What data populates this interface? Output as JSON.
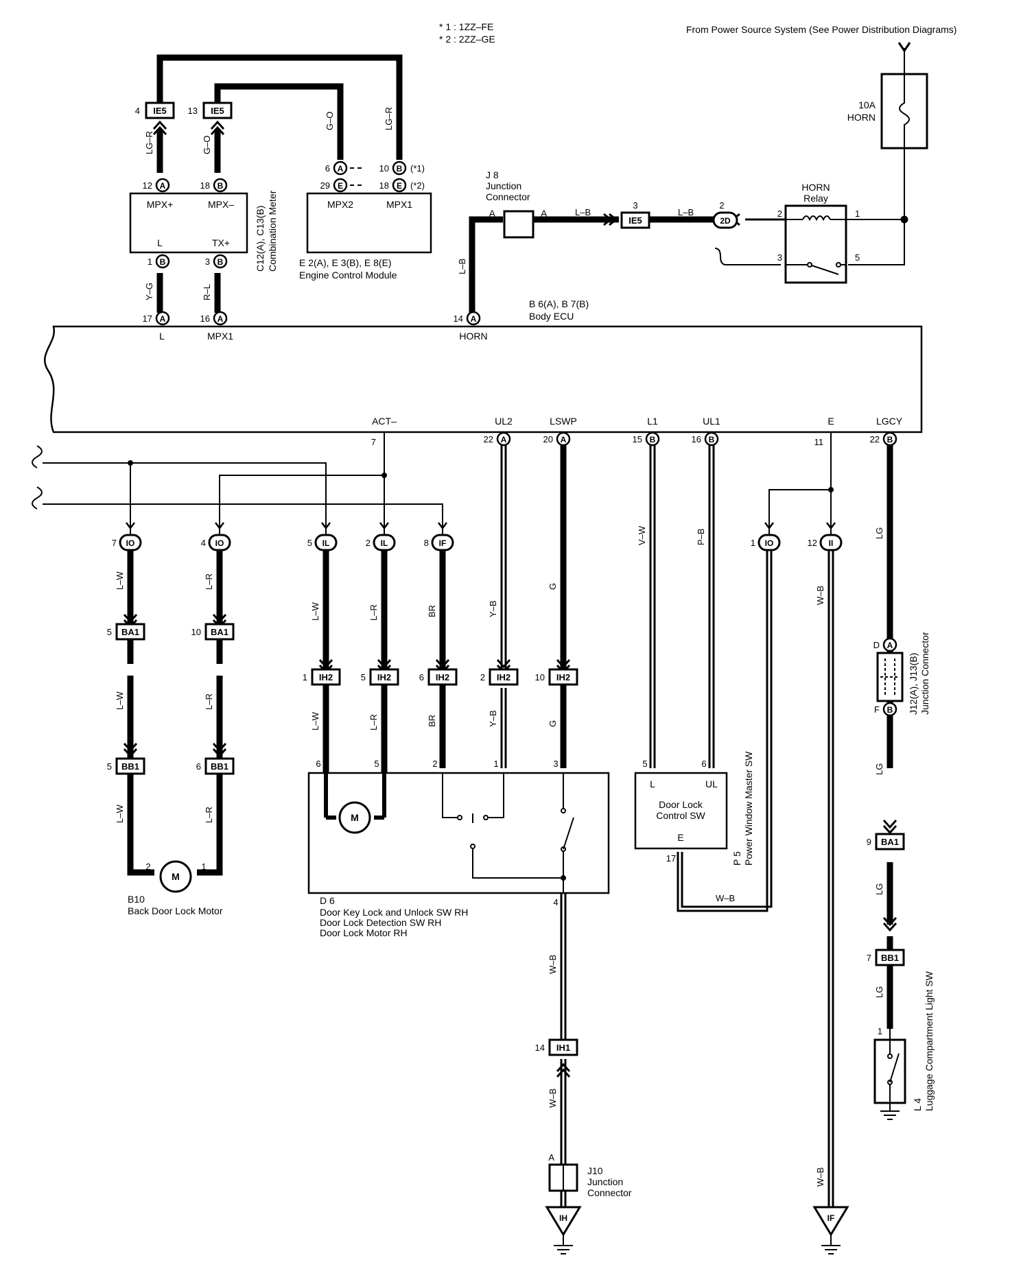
{
  "notes": {
    "n1": "* 1 : 1ZZ–FE",
    "n2": "* 2 : 2ZZ–GE"
  },
  "power_source": "From Power Source System (See Power Distribution Diagrams)",
  "fuse": {
    "rating": "10A",
    "name": "HORN"
  },
  "relay": {
    "name": "HORN",
    "sub": "Relay",
    "pins": [
      "2",
      "1",
      "3",
      "5"
    ]
  },
  "j8": {
    "name": "J 8",
    "line1": "Junction",
    "line2": "Connector",
    "pinA": "A",
    "pinA2": "A"
  },
  "wires": {
    "lgr": "LG–R",
    "go": "G–O",
    "yg": "Y–G",
    "rl": "R–L",
    "lb": "L–B",
    "lw": "L–W",
    "lr": "L–R",
    "br": "BR",
    "yb": "Y–B",
    "g": "G",
    "vw": "V–W",
    "pb": "P–B",
    "wb": "W–B",
    "lg": "LG"
  },
  "meter": {
    "names": "C12(A), C13(B)",
    "desc": "Combination Meter",
    "t_mpxp": "MPX+",
    "t_mpxm": "MPX–",
    "t_l": "L",
    "t_tx": "TX+",
    "pin_top1": "12",
    "pin_top1c": "A",
    "pin_top2": "18",
    "pin_top2c": "B",
    "pin_bot1": "1",
    "pin_bot1c": "B",
    "pin_bot2": "3",
    "pin_bot2c": "B"
  },
  "ecm": {
    "names": "E 2(A), E 3(B), E 8(E)",
    "desc": "Engine Control Module",
    "t_mpx2": "MPX2",
    "t_mpx1": "MPX1",
    "p6": "6",
    "p6c": "A",
    "p29": "29",
    "p29c": "E",
    "p10": "10",
    "p10c": "B",
    "p18": "18",
    "p18c": "E",
    "s1": "(*1)",
    "s2": "(*2)"
  },
  "ie5": {
    "label": "IE5",
    "pinL": "4",
    "pinR": "13",
    "pin3": "3",
    "pin2": "2",
    "conn2d": "2D"
  },
  "body_ecu": {
    "names": "B 6(A), B 7(B)",
    "desc": "Body ECU",
    "t_l": "L",
    "t_mpx1": "MPX1",
    "t_horn": "HORN",
    "p17": "17",
    "p17c": "A",
    "p16": "16",
    "p16c": "A",
    "p14": "14",
    "p14c": "A",
    "t_act": "ACT–",
    "t_ul2": "UL2",
    "t_lswp": "LSWP",
    "t_l1": "L1",
    "t_ul1": "UL1",
    "t_e": "E",
    "t_lgcy": "LGCY",
    "p7": "7",
    "p22a": "22",
    "p22ac": "A",
    "p20": "20",
    "p20c": "A",
    "p15": "15",
    "p15c": "B",
    "p16b": "16",
    "p16bc": "B",
    "p11": "11",
    "p22b": "22",
    "p22bc": "B"
  },
  "connectors": {
    "io": "IO",
    "il": "IL",
    "if": "IF",
    "ii": "II",
    "ba1": "BA1",
    "bb1": "BB1",
    "ih2": "IH2",
    "ih1": "IH1",
    "p_io7": "7",
    "p_io4": "4",
    "p_il5": "5",
    "p_il2": "2",
    "p_if8": "8",
    "p_io1": "1",
    "p_ii12": "12",
    "p_ba5": "5",
    "p_ba10": "10",
    "p_bb5": "5",
    "p_bb6": "6",
    "p_ih1": "1",
    "p_ih5": "5",
    "p_ih6": "6",
    "p_ih2": "2",
    "p_ih10": "10",
    "p_ba9": "9",
    "p_bb7": "7",
    "p_ih14": "14"
  },
  "b10": {
    "name": "B10",
    "desc": "Back Door Lock Motor",
    "p2": "2",
    "p1": "1",
    "motor": "M"
  },
  "d6": {
    "name": "D 6",
    "l1": "Door Key Lock and Unlock SW RH",
    "l2": "Door Lock Detection SW RH",
    "l3": "Door Lock Motor RH",
    "p6": "6",
    "p5": "5",
    "p2": "2",
    "p1": "1",
    "p3": "3",
    "p4": "4",
    "motor": "M"
  },
  "p5sw": {
    "name": "P 5",
    "desc": "Power Window Master SW",
    "inner1": "Door Lock",
    "inner2": "Control SW",
    "t_l": "L",
    "t_ul": "UL",
    "t_e": "E",
    "p5": "5",
    "p6": "6",
    "p17": "17"
  },
  "j12": {
    "names": "J12(A), J13(B)",
    "desc": "Junction Connector",
    "pD": "D",
    "pDc": "A",
    "pF": "F",
    "pFc": "B"
  },
  "l4": {
    "name": "L 4",
    "desc": "Luggage Compartment Light SW",
    "p1": "1"
  },
  "j10": {
    "name": "J10",
    "line1": "Junction",
    "line2": "Connector",
    "pA": "A"
  },
  "grounds": {
    "ih": "IH",
    "if": "IF"
  }
}
